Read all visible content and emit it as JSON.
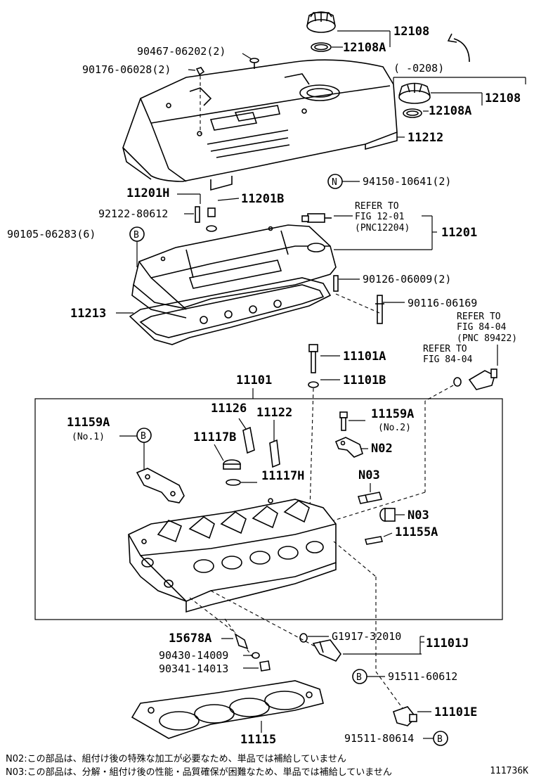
{
  "labels": {
    "p12108_top": "12108",
    "p12108A_top": "12108A",
    "p12108_mid": "12108",
    "p12108A_mid": "12108A",
    "range_note": "(       -0208)",
    "p90467": "90467-06202(2)",
    "p90176": "90176-06028(2)",
    "p11212": "11212",
    "p94150": "94150-10641(2)",
    "p11201H": "11201H",
    "p11201B": "11201B",
    "p92122": "92122-80612",
    "p90105": "90105-06283(6)",
    "refer_1201": "REFER TO",
    "refer_1201_fig": "FIG 12-01",
    "refer_1201_pnc": "(PNC12204)",
    "p11201": "11201",
    "p90126": "90126-06009(2)",
    "p11213": "11213",
    "p90116": "90116-06169",
    "refer_8404a": "REFER TO",
    "refer_8404a_fig": "FIG 84-04",
    "refer_8404a_pnc": "(PNC 89422)",
    "refer_8404b": "REFER TO",
    "refer_8404b_fig": "FIG 84-04",
    "p11101A": "11101A",
    "p11101B": "11101B",
    "p11101": "11101",
    "p11126": "11126",
    "p11122": "11122",
    "p11159A_l": "11159A",
    "no1": "(No.1)",
    "p11117B": "11117B",
    "p11159A_r": "11159A",
    "no2": "(No.2)",
    "pN02": "N02",
    "p11117H": "11117H",
    "pN03a": "N03",
    "pN03b": "N03",
    "p11155A": "11155A",
    "p15678A": "15678A",
    "pG1917": "G1917-32010",
    "p11101J": "11101J",
    "p90430": "90430-14009",
    "p90341": "90341-14013",
    "p91511_60612": "91511-60612",
    "p11101E": "11101E",
    "p11115": "11115",
    "p91511_80614": "91511-80614",
    "circle_N": "N",
    "circle_B1": "B",
    "circle_B2": "B",
    "circle_B3": "B",
    "circle_B4": "B"
  },
  "notes": {
    "n02": "N02:この部品は、組付け後の特殊な加工が必要なため、単品では補給していません",
    "n03": "N03:この部品は、分解・組付け後の性能・品質確保が困難なため、単品では補給していません"
  },
  "diagram_code": "111736K"
}
